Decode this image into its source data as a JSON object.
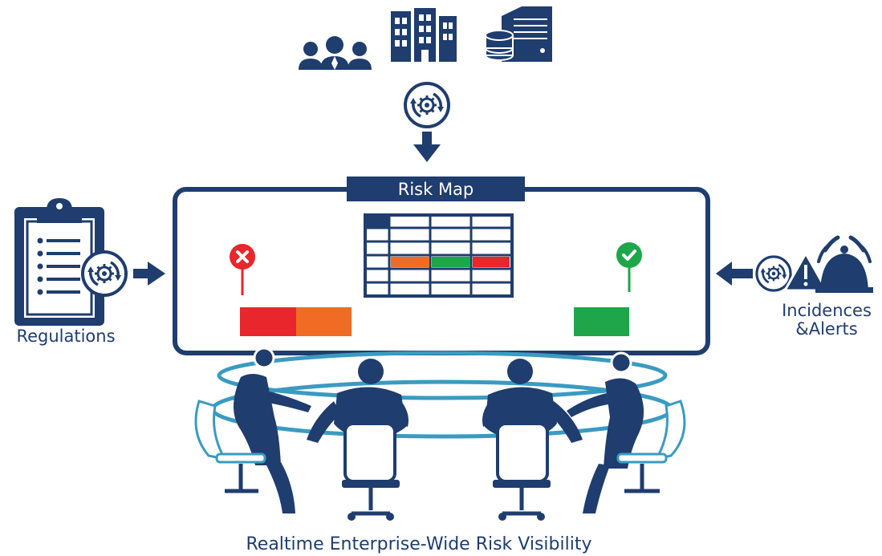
{
  "risk_map": {
    "title": "Risk Map",
    "left_status": "fail",
    "right_status": "pass",
    "left_bar_colors": [
      "#e8262b",
      "#f06c24"
    ],
    "right_bar_color": "#1fa64a",
    "grid_highlight_colors": [
      "#f06c24",
      "#1fa64a",
      "#e8262b"
    ]
  },
  "inputs": {
    "top": {
      "icons": [
        "people-icon",
        "building-icon",
        "server-database-icon"
      ],
      "process_icon": "gear-cycle-icon"
    },
    "left": {
      "label": "Regulations",
      "icon": "clipboard-icon"
    },
    "right": {
      "label_line1": "Incidences",
      "label_line2": "&Alerts",
      "icons": [
        "gear-cycle-icon",
        "warning-icon",
        "alarm-bell-icon"
      ]
    }
  },
  "footer": {
    "caption": "Realtime Enterprise-Wide Risk Visibility"
  },
  "colors": {
    "navy": "#1f3d6e",
    "teal": "#3a9bc1",
    "red": "#e8262b",
    "orange": "#f06c24",
    "green": "#1fa64a"
  }
}
